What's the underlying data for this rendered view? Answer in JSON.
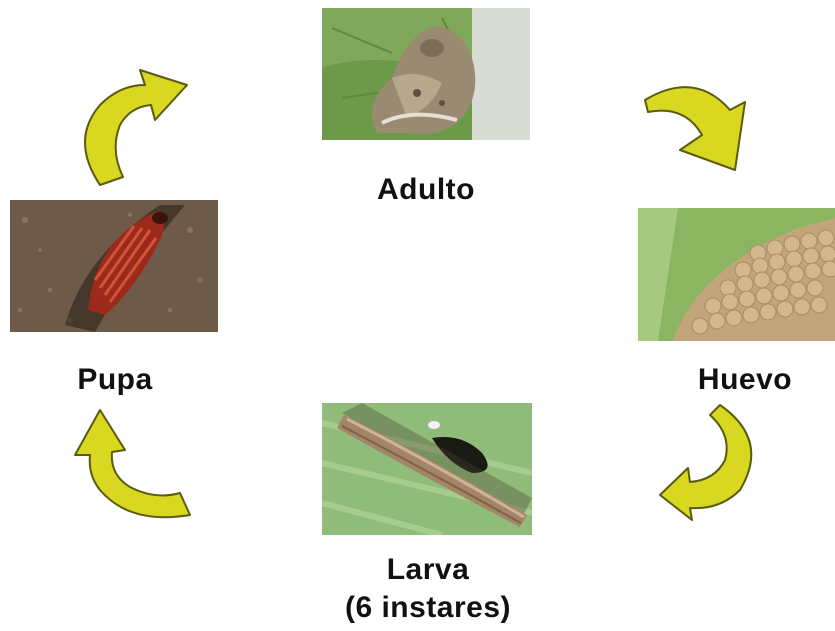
{
  "stages": {
    "adult": {
      "label": "Adulto"
    },
    "egg": {
      "label": "Huevo"
    },
    "larva": {
      "label": "Larva",
      "sublabel": "(6 instares)"
    },
    "pupa": {
      "label": "Pupa"
    }
  },
  "colors": {
    "arrow_fill": "#d8d820",
    "arrow_stroke": "#5a5a10",
    "leaf_green": "#7fa85a",
    "soil": "#6e5a48",
    "pupa_red": "#9c2a1a",
    "egg_tan": "#c2a57a"
  }
}
